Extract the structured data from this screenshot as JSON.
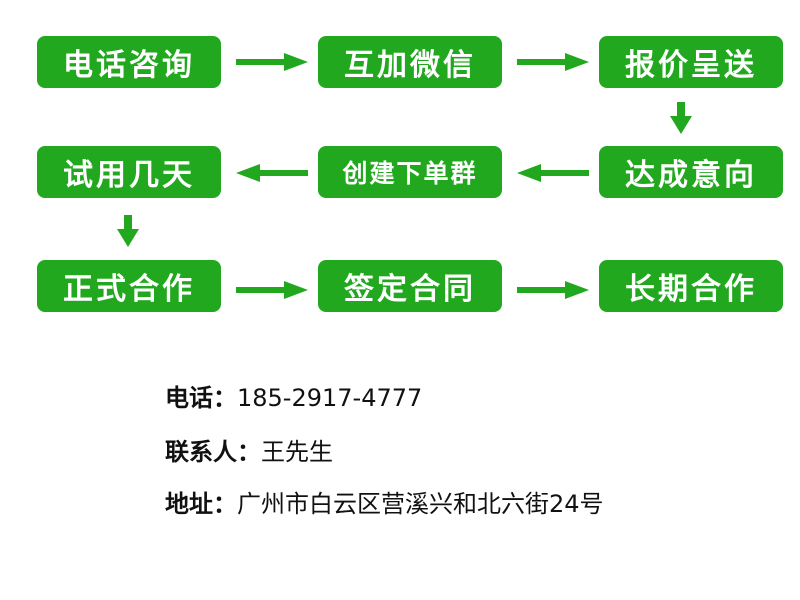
{
  "flow": {
    "row1": [
      "电话咨询",
      "互加微信",
      "报价呈送"
    ],
    "row2": [
      "试用几天",
      "创建下单群",
      "达成意向"
    ],
    "row3": [
      "正式合作",
      "签定合同",
      "长期合作"
    ]
  },
  "contact": {
    "phone_label": "电话：",
    "phone_value": "185-2917-4777",
    "person_label": "联系人：",
    "person_value": "王先生",
    "address_label": "地址：",
    "address_value": "广州市白云区营溪兴和北六街24号"
  },
  "colors": {
    "box": "#21a81f",
    "arrow": "#21a81f",
    "text": "#ffffff"
  }
}
